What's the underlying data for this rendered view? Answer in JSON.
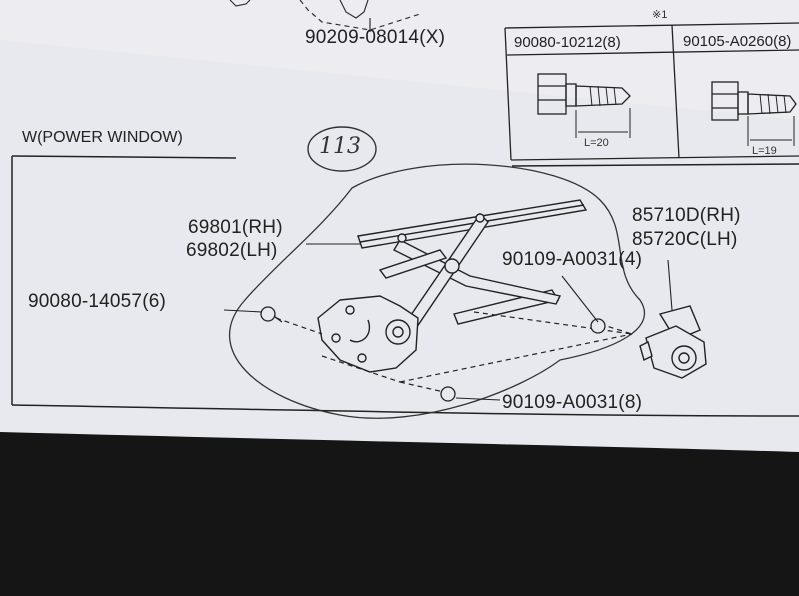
{
  "page": {
    "top_partial_label": "90209-08014(X)",
    "note_mark": "※1",
    "section_title": "W(POWER WINDOW)",
    "handwritten_number": "113"
  },
  "fastener_table": [
    {
      "part": "90080-10212(8)",
      "length": "L=20"
    },
    {
      "part": "90105-A0260(8)",
      "length": "L=19"
    }
  ],
  "callouts": {
    "regulator_rh": "69801(RH)",
    "regulator_lh": "69802(LH)",
    "motor_rh": "85710D(RH)",
    "motor_lh": "85720C(LH)",
    "bolt_upper": "90109-A0031(4)",
    "bolt_left": "90080-14057(6)",
    "bolt_lower": "90109-A0031(8)"
  },
  "colors": {
    "paper": "#e9eaef",
    "ink": "#222222",
    "background": "#151515"
  }
}
